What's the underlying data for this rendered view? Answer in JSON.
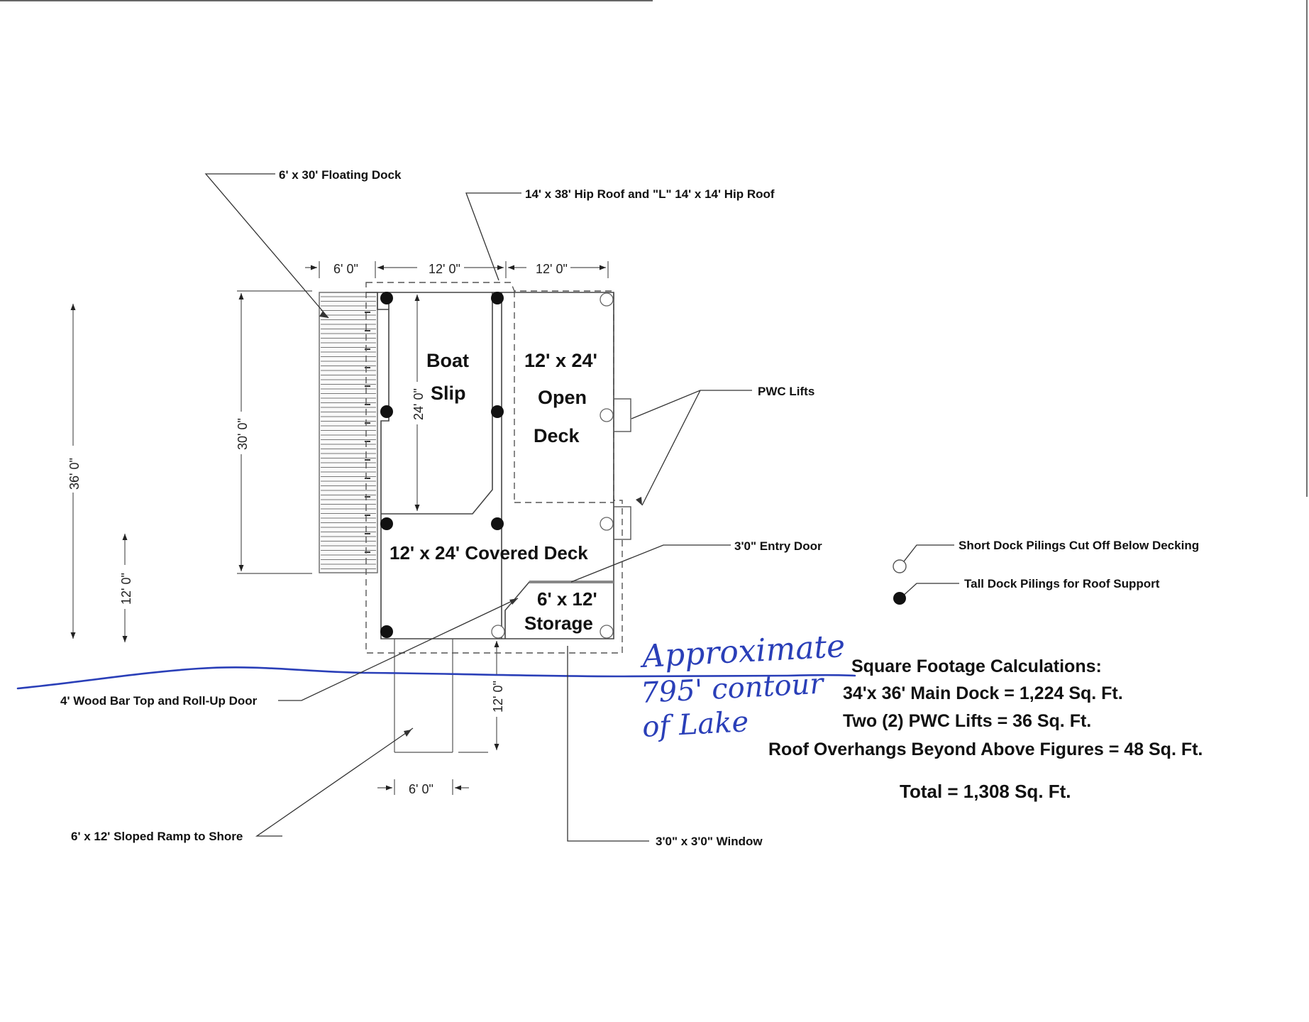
{
  "colors": {
    "ink": "#111111",
    "handwriting_blue": "#2a3fb8",
    "paper": "#ffffff"
  },
  "callouts": {
    "floating_dock": "6' x 30' Floating Dock",
    "hip_roof": "14' x 38' Hip Roof and \"L\" 14' x 14' Hip Roof",
    "pwc_lifts": "PWC Lifts",
    "entry_door": "3'0\" Entry Door",
    "bar_top": "4' Wood Bar Top and Roll-Up Door",
    "ramp": "6' x 12' Sloped Ramp to Shore",
    "window": "3'0\" x 3'0\" Window"
  },
  "rooms": {
    "boat_slip_line1": "Boat",
    "boat_slip_line2": "Slip",
    "open_deck_line1": "12' x 24'",
    "open_deck_line2": "Open",
    "open_deck_line3": "Deck",
    "covered_deck": "12' x 24' Covered Deck",
    "storage_line1": "6' x 12'",
    "storage_line2": "Storage"
  },
  "dimensions": {
    "top_6": "6' 0\"",
    "top_12a": "12' 0\"",
    "top_12b": "12' 0\"",
    "left_36": "36' 0\"",
    "left_30": "30' 0\"",
    "left_12": "12' 0\"",
    "slip_24": "24' 0\"",
    "ramp_12": "12' 0\"",
    "ramp_6": "6' 0\""
  },
  "legend": {
    "short_pilings": "Short Dock Pilings Cut Off Below Decking",
    "tall_pilings": "Tall Dock Pilings for Roof Support"
  },
  "handwritten": {
    "line1": "Approximate",
    "line2": "795' contour",
    "line3": "of Lake"
  },
  "calculations": {
    "heading": "Square Footage Calculations:",
    "main_dock": "34'x 36' Main Dock = 1,224 Sq. Ft.",
    "pwc": "Two (2) PWC Lifts = 36 Sq. Ft.",
    "overhangs": "Roof Overhangs Beyond Above Figures = 48 Sq. Ft.",
    "total": "Total = 1,308 Sq. Ft."
  }
}
